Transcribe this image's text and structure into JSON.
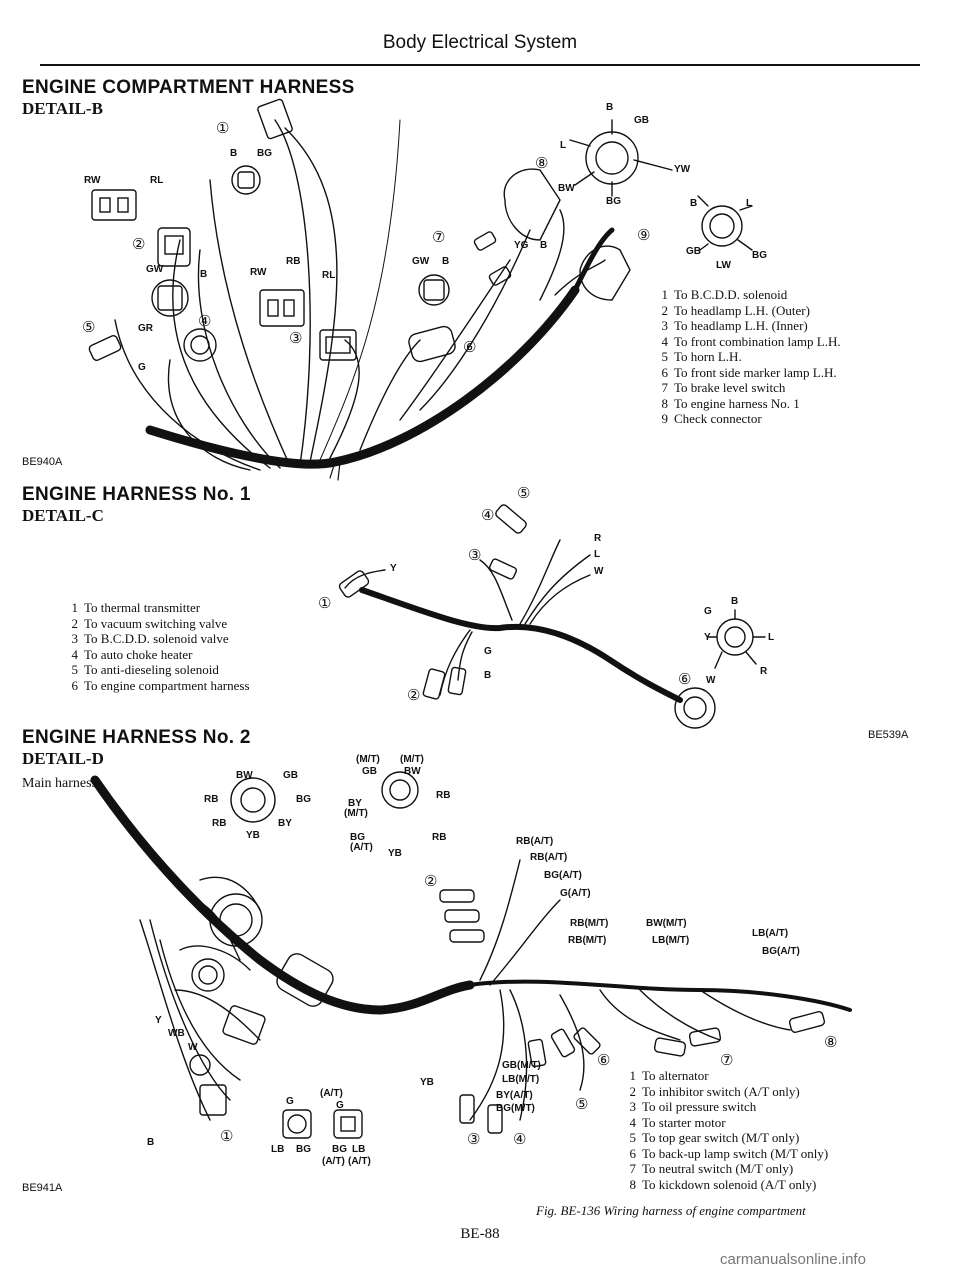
{
  "header": "Body Electrical System",
  "detail_b": {
    "title": "ENGINE COMPARTMENT HARNESS",
    "subtitle": "DETAIL-B",
    "code": "BE940A",
    "legend": [
      {
        "n": "1",
        "text": "To B.C.D.D. solenoid"
      },
      {
        "n": "2",
        "text": "To headlamp L.H. (Outer)"
      },
      {
        "n": "3",
        "text": "To headlamp L.H. (Inner)"
      },
      {
        "n": "4",
        "text": "To front combination lamp L.H."
      },
      {
        "n": "5",
        "text": "To horn L.H."
      },
      {
        "n": "6",
        "text": "To front side marker lamp L.H."
      },
      {
        "n": "7",
        "text": "To brake level switch"
      },
      {
        "n": "8",
        "text": "To engine harness No. 1"
      },
      {
        "n": "9",
        "text": "Check connector"
      }
    ],
    "callouts": [
      "①",
      "②",
      "③",
      "④",
      "⑤",
      "⑥",
      "⑦",
      "⑧",
      "⑨"
    ],
    "wire_labels": [
      "B",
      "BG",
      "RW",
      "RL",
      "GW",
      "B",
      "RB",
      "RW",
      "RL",
      "GR",
      "G",
      "GW",
      "B",
      "YG",
      "B",
      "B",
      "GB",
      "L",
      "YW",
      "BW",
      "BG",
      "B",
      "L",
      "GB",
      "BG",
      "LW"
    ]
  },
  "detail_c": {
    "title": "ENGINE HARNESS No. 1",
    "subtitle": "DETAIL-C",
    "code": "BE539A",
    "legend": [
      {
        "n": "1",
        "text": "To thermal transmitter"
      },
      {
        "n": "2",
        "text": "To vacuum switching valve"
      },
      {
        "n": "3",
        "text": "To B.C.D.D. solenoid valve"
      },
      {
        "n": "4",
        "text": "To auto choke heater"
      },
      {
        "n": "5",
        "text": "To anti-dieseling solenoid"
      },
      {
        "n": "6",
        "text": "To engine compartment harness"
      }
    ],
    "callouts": [
      "①",
      "②",
      "③",
      "④",
      "⑤",
      "⑥"
    ],
    "wire_labels": [
      "Y",
      "R",
      "L",
      "W",
      "G",
      "B",
      "B",
      "G",
      "L",
      "Y",
      "R",
      "W"
    ]
  },
  "detail_d": {
    "title": "ENGINE HARNESS No. 2",
    "subtitle": "DETAIL-D",
    "main_harness": "Main harness",
    "code": "BE941A",
    "legend": [
      {
        "n": "1",
        "text": "To alternator"
      },
      {
        "n": "2",
        "text": "To inhibitor switch (A/T only)"
      },
      {
        "n": "3",
        "text": "To oil pressure switch"
      },
      {
        "n": "4",
        "text": "To starter motor"
      },
      {
        "n": "5",
        "text": "To top gear switch (M/T only)"
      },
      {
        "n": "6",
        "text": "To back-up lamp switch (M/T only)"
      },
      {
        "n": "7",
        "text": "To neutral switch (M/T only)"
      },
      {
        "n": "8",
        "text": "To kickdown solenoid (A/T only)"
      }
    ],
    "callouts": [
      "①",
      "②",
      "③",
      "④",
      "⑤",
      "⑥",
      "⑦",
      "⑧"
    ],
    "wire_labels": [
      "BW",
      "GB",
      "RB",
      "BG",
      "RB",
      "BY",
      "YB",
      "(M/T)",
      "(M/T)",
      "GB",
      "BW",
      "BY",
      "(M/T)",
      "RB",
      "BG",
      "(A/T)",
      "YB",
      "RB",
      "RB(A/T)",
      "RB(A/T)",
      "BG(A/T)",
      "G(A/T)",
      "RB(M/T)",
      "BW(M/T)",
      "RB(M/T)",
      "LB(M/T)",
      "LB(A/T)",
      "BG(A/T)",
      "Y",
      "WB",
      "W",
      "B",
      "(A/T)",
      "G",
      "G",
      "LB",
      "BG",
      "BG",
      "LB",
      "(A/T)",
      "(A/T)",
      "YB",
      "GB(M/T)",
      "LB(M/T)",
      "BY(A/T)",
      "BG(M/T)"
    ]
  },
  "caption": "Fig. BE-136  Wiring harness of engine compartment",
  "footer": "BE-88",
  "watermark": "carmanualsonline.info"
}
